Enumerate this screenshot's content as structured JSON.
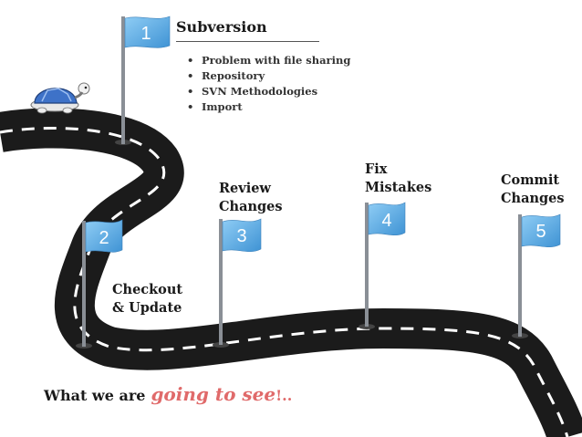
{
  "title": "Subversion",
  "topics": [
    "Problem with file sharing",
    "Repository",
    "SVN Methodologies",
    "Import"
  ],
  "milestones": [
    {
      "number": "1",
      "label_lines": []
    },
    {
      "number": "2",
      "label_lines": [
        "Checkout",
        "& Update"
      ]
    },
    {
      "number": "3",
      "label_lines": [
        "Review",
        "Changes"
      ]
    },
    {
      "number": "4",
      "label_lines": [
        "Fix",
        "Mistakes"
      ]
    },
    {
      "number": "5",
      "label_lines": [
        "Commit",
        "Changes"
      ]
    }
  ],
  "footer": {
    "lead": "What we are",
    "accent": "going to see",
    "tail": "!.."
  },
  "colors": {
    "road": "#1b1b1b",
    "road_marking": "#ffffff",
    "flag": "#5aa9e0",
    "flag_text": "#ffffff",
    "pole": "#8a8f96",
    "accent_text": "#e06a6a",
    "turtle_shell": "#3e72c8"
  },
  "icons": [
    "turtle-icon"
  ]
}
